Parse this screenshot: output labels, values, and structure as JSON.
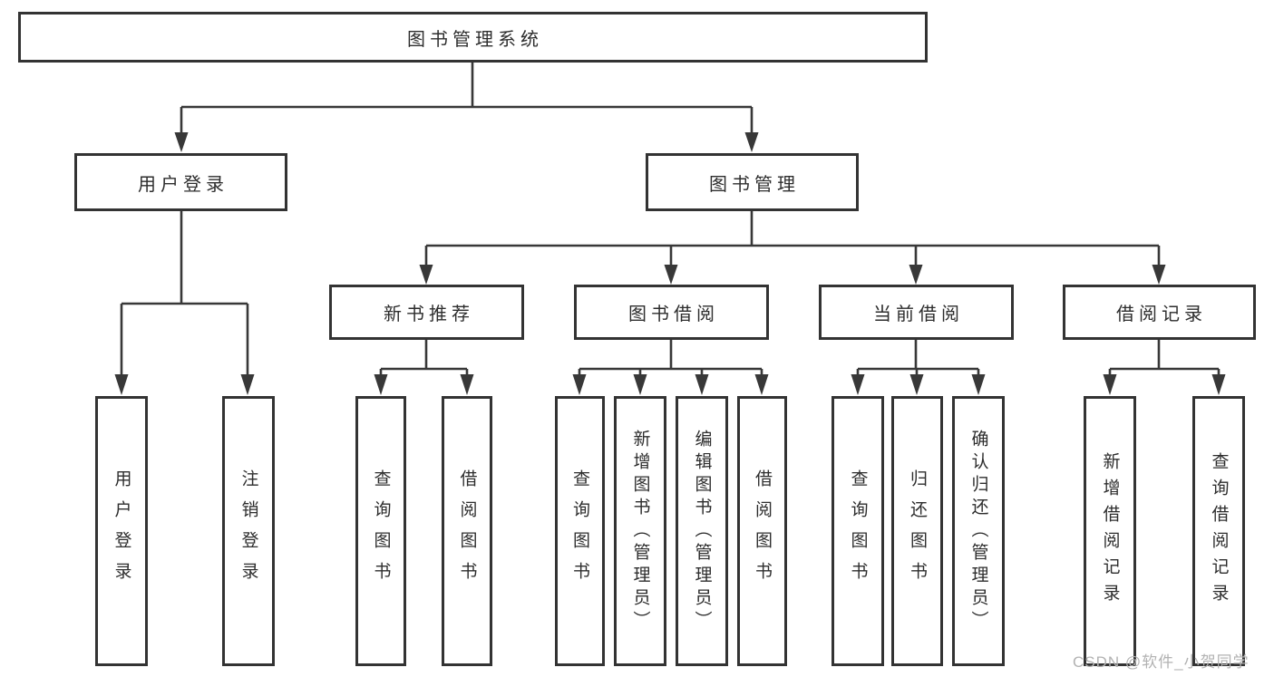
{
  "diagram_title": "图书管理系统",
  "nodes": {
    "root": "图书管理系统",
    "user_login": "用户登录",
    "book_mgmt": "图书管理",
    "new_book_rec": "新书推荐",
    "book_borrow": "图书借阅",
    "current_borrow": "当前借阅",
    "borrow_records": "借阅记录",
    "ul_login": "用户登录",
    "ul_logout": "注销登录",
    "nb_query": "查询图书",
    "nb_borrow": "借阅图书",
    "bb_query": "查询图书",
    "bb_add": "新增图书（管理员）",
    "bb_edit": "编辑图书（管理员）",
    "bb_borrow": "借阅图书",
    "cb_query": "查询图书",
    "cb_return": "归还图书",
    "cb_confirm": "确认归还（管理员）",
    "br_add": "新增借阅记录",
    "br_query": "查询借阅记录"
  },
  "hierarchy": {
    "图书管理系统": {
      "用户登录": [
        "用户登录",
        "注销登录"
      ],
      "图书管理": {
        "新书推荐": [
          "查询图书",
          "借阅图书"
        ],
        "图书借阅": [
          "查询图书",
          "新增图书（管理员）",
          "编辑图书（管理员）",
          "借阅图书"
        ],
        "当前借阅": [
          "查询图书",
          "归还图书",
          "确认归还（管理员）"
        ],
        "借阅记录": [
          "新增借阅记录",
          "查询借阅记录"
        ]
      }
    }
  },
  "watermark": "CSDN @软件_小贺同学",
  "colors": {
    "background": "#ffffff",
    "box_border": "#333333",
    "line": "#383838",
    "text": "#2d2d2d",
    "watermark": "#b2b2b2"
  }
}
